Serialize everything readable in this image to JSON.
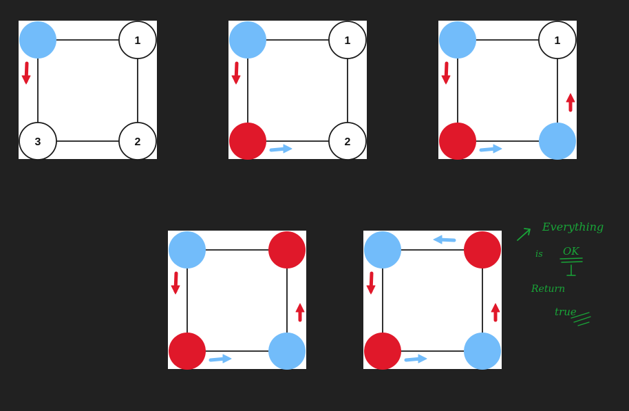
{
  "colors": {
    "background": "#212121",
    "panel": "#ffffff",
    "edge": "#1a1a1a",
    "blue": "#72bcfa",
    "red": "#e0182a",
    "note_green": "#19a538"
  },
  "panels": [
    {
      "nodes": [
        {
          "fill": "blue",
          "label": ""
        },
        {
          "fill": "white",
          "label": "1"
        },
        {
          "fill": "white",
          "label": "2"
        },
        {
          "fill": "white",
          "label": "3"
        }
      ],
      "arrows": [
        {
          "edge": "left",
          "dir": "down",
          "color": "red"
        }
      ]
    },
    {
      "nodes": [
        {
          "fill": "blue",
          "label": ""
        },
        {
          "fill": "white",
          "label": "1"
        },
        {
          "fill": "white",
          "label": "2"
        },
        {
          "fill": "red",
          "label": ""
        }
      ],
      "arrows": [
        {
          "edge": "left",
          "dir": "down",
          "color": "red"
        },
        {
          "edge": "bottom",
          "dir": "right",
          "color": "blue"
        }
      ]
    },
    {
      "nodes": [
        {
          "fill": "blue",
          "label": ""
        },
        {
          "fill": "white",
          "label": "1"
        },
        {
          "fill": "blue",
          "label": ""
        },
        {
          "fill": "red",
          "label": ""
        }
      ],
      "arrows": [
        {
          "edge": "left",
          "dir": "down",
          "color": "red"
        },
        {
          "edge": "bottom",
          "dir": "right",
          "color": "blue"
        },
        {
          "edge": "right",
          "dir": "up",
          "color": "red"
        }
      ]
    },
    {
      "nodes": [
        {
          "fill": "blue",
          "label": ""
        },
        {
          "fill": "red",
          "label": ""
        },
        {
          "fill": "blue",
          "label": ""
        },
        {
          "fill": "red",
          "label": ""
        }
      ],
      "arrows": [
        {
          "edge": "left",
          "dir": "down",
          "color": "red"
        },
        {
          "edge": "bottom",
          "dir": "right",
          "color": "blue"
        },
        {
          "edge": "right",
          "dir": "up",
          "color": "red"
        }
      ]
    },
    {
      "nodes": [
        {
          "fill": "blue",
          "label": ""
        },
        {
          "fill": "red",
          "label": ""
        },
        {
          "fill": "blue",
          "label": ""
        },
        {
          "fill": "red",
          "label": ""
        }
      ],
      "arrows": [
        {
          "edge": "left",
          "dir": "down",
          "color": "red"
        },
        {
          "edge": "bottom",
          "dir": "right",
          "color": "blue"
        },
        {
          "edge": "right",
          "dir": "up",
          "color": "red"
        },
        {
          "edge": "top",
          "dir": "left",
          "color": "blue"
        }
      ]
    }
  ],
  "note": {
    "line1": "Everything",
    "line2": "is",
    "line3": "OK",
    "line4": "Return",
    "line5": "true"
  }
}
